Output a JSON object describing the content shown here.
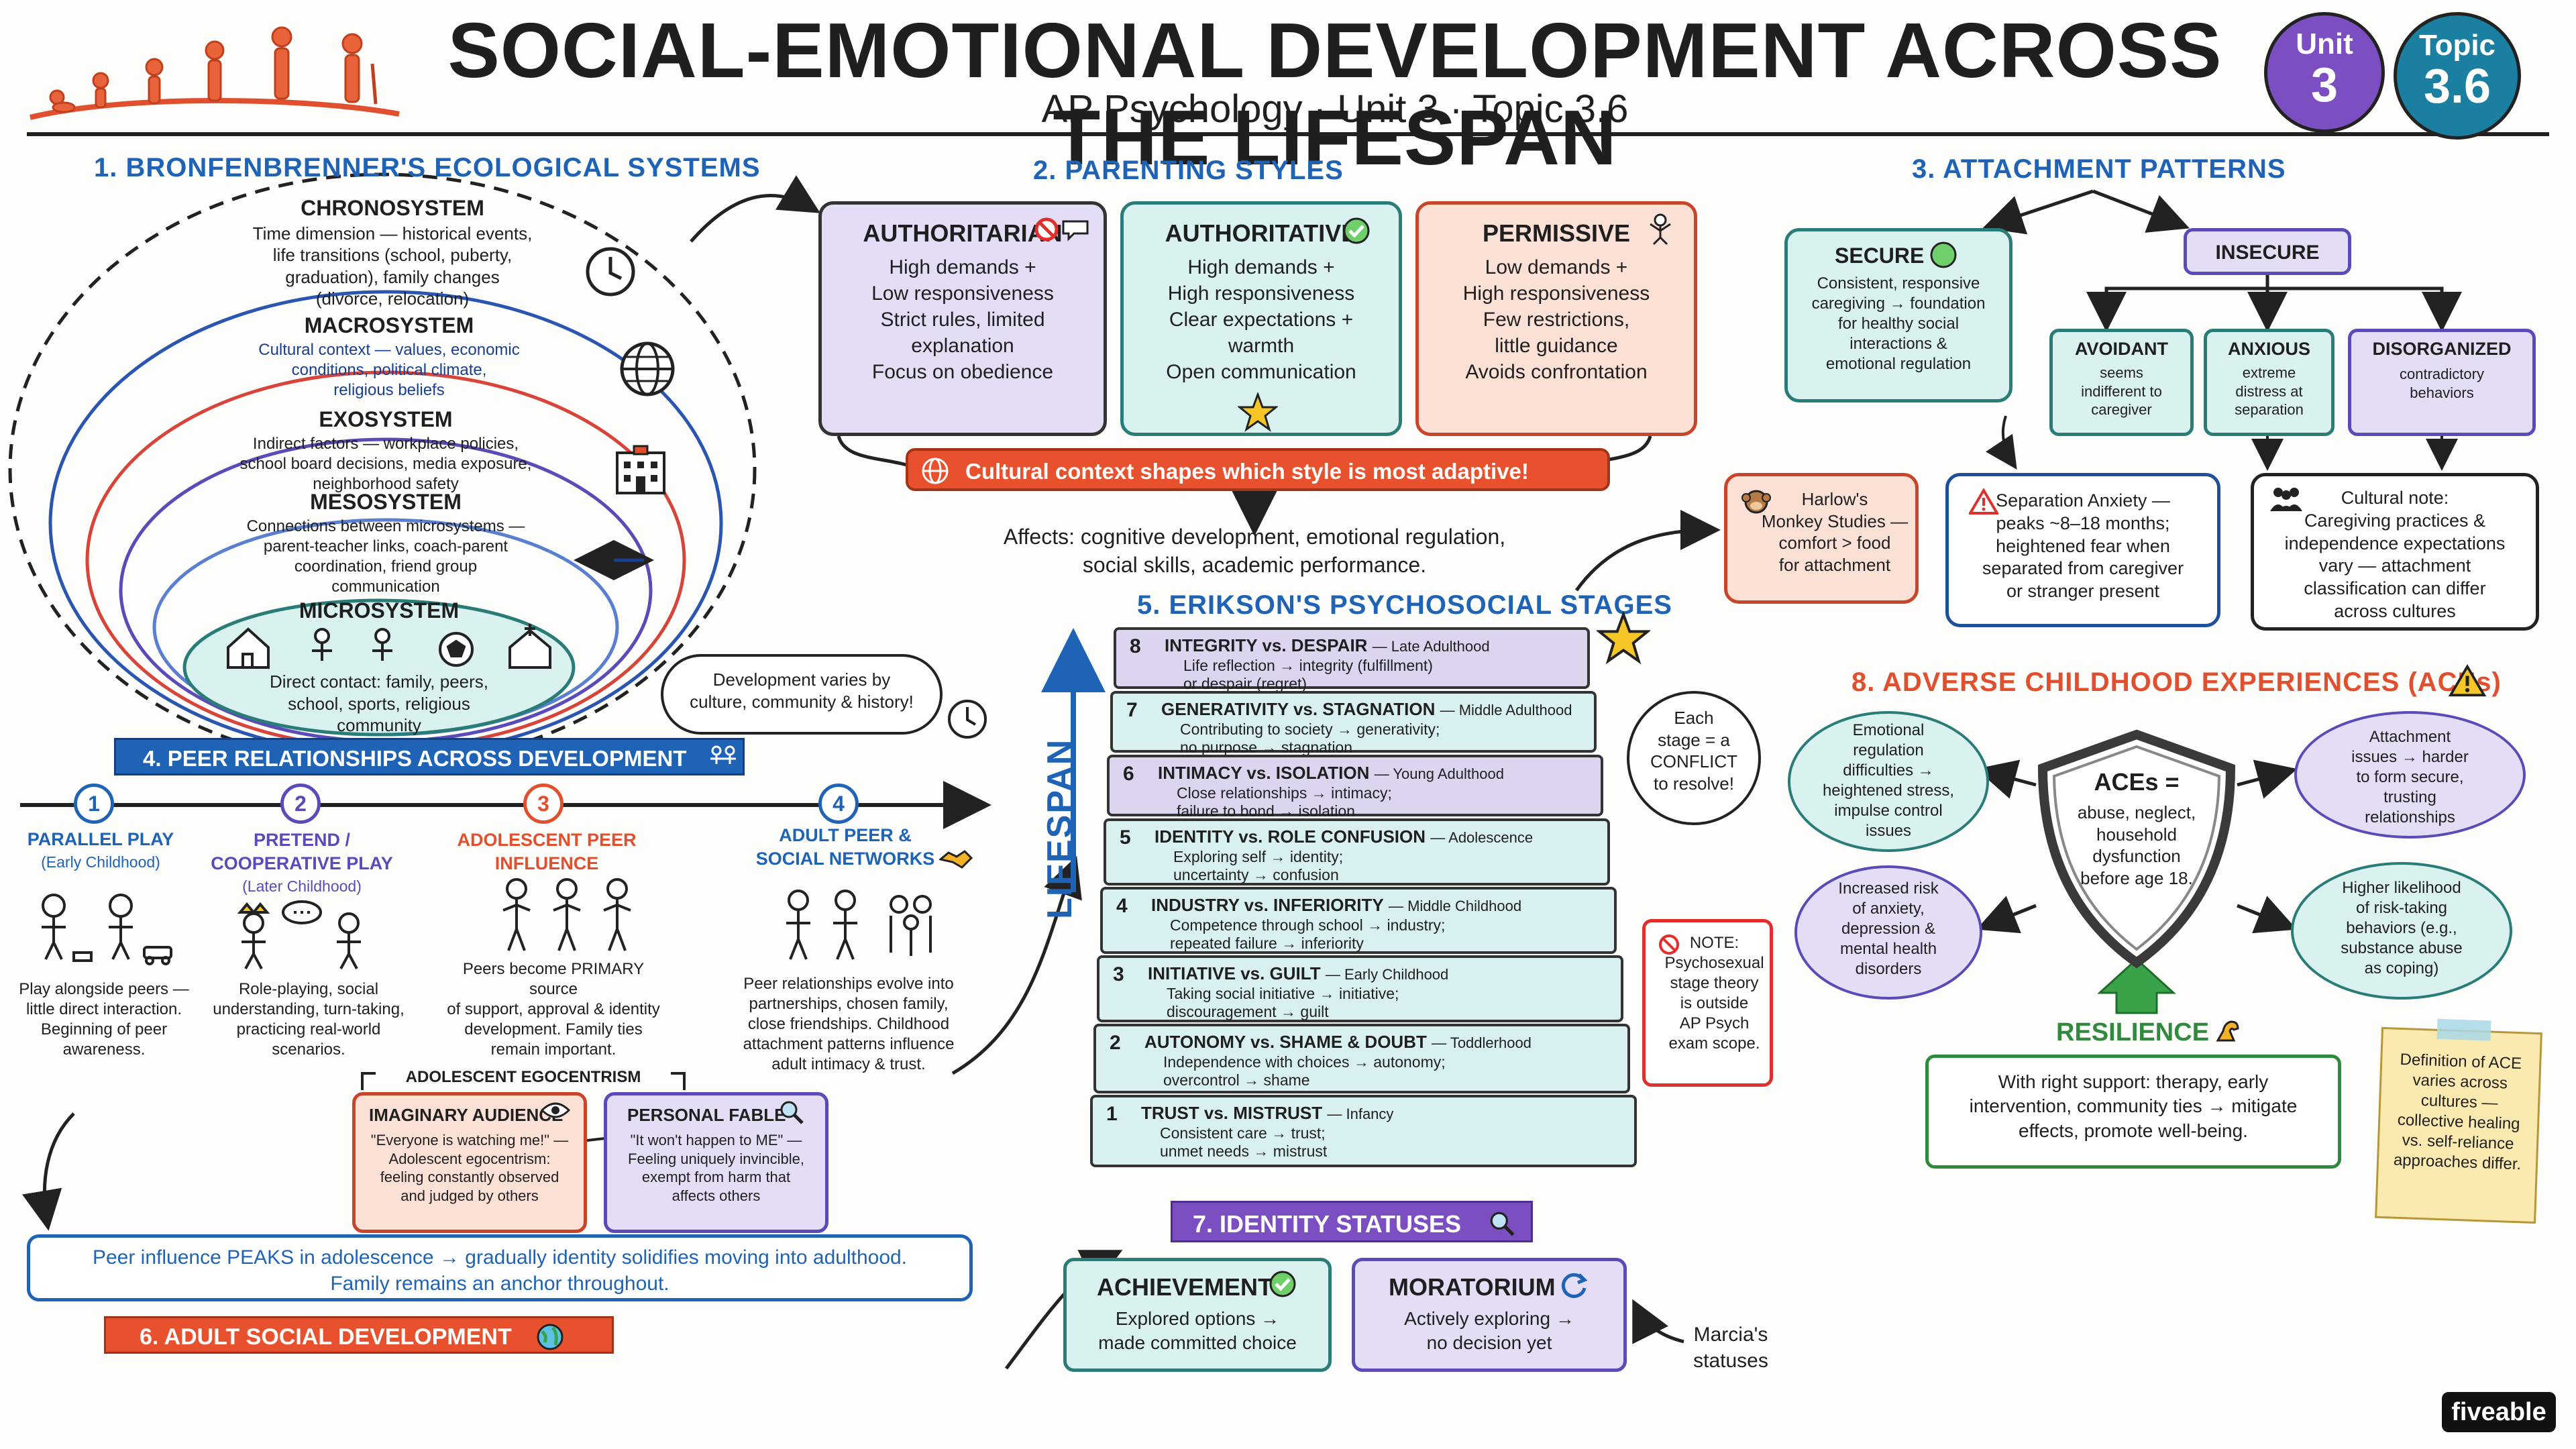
{
  "header": {
    "title": "SOCIAL-EMOTIONAL DEVELOPMENT ACROSS THE LIFESPAN",
    "subtitle": "AP Psychology · Unit 3 · Topic 3.6",
    "unit_label": "Unit",
    "unit_value": "3",
    "topic_label": "Topic",
    "topic_value": "3.6"
  },
  "ecological": {
    "title": "1. BRONFENBRENNER'S ECOLOGICAL SYSTEMS",
    "chrono": {
      "name": "CHRONOSYSTEM",
      "desc": "Time dimension — historical events,\nlife transitions (school, puberty,\ngraduation), family changes\n(divorce, relocation)"
    },
    "macro": {
      "name": "MACROSYSTEM",
      "desc": "Cultural context — values, economic\nconditions, political climate,\nreligious beliefs"
    },
    "exo": {
      "name": "EXOSYSTEM",
      "desc": "Indirect factors — workplace policies,\nschool board decisions, media exposure,\nneighborhood safety"
    },
    "meso": {
      "name": "MESOSYSTEM",
      "desc": "Connections between microsystems —\nparent-teacher links, coach-parent\ncoordination, friend group\ncommunication"
    },
    "micro": {
      "name": "MICROSYSTEM",
      "desc": "Direct contact: family, peers,\nschool, sports, religious\ncommunity"
    },
    "bubble": "Development varies by\nculture, community & history!"
  },
  "parenting": {
    "title": "2. PARENTING STYLES",
    "styles": [
      {
        "name": "AUTHORITARIAN",
        "desc": "High demands +\nLow responsiveness\nStrict rules, limited\nexplanation\nFocus on obedience"
      },
      {
        "name": "AUTHORITATIVE",
        "desc": "High demands +\nHigh responsiveness\nClear expectations +\nwarmth\nOpen communication"
      },
      {
        "name": "PERMISSIVE",
        "desc": "Low demands +\nHigh responsiveness\nFew restrictions,\nlittle guidance\nAvoids confrontation"
      }
    ],
    "banner": "Cultural context shapes which style is most adaptive!",
    "affects": "Affects: cognitive development, emotional regulation,\nsocial skills, academic performance."
  },
  "attachment": {
    "title": "3. ATTACHMENT PATTERNS",
    "secure": {
      "name": "SECURE",
      "desc": "Consistent, responsive\ncaregiving → foundation\nfor healthy social\ninteractions &\nemotional regulation"
    },
    "insecure": "INSECURE",
    "types": [
      {
        "name": "AVOIDANT",
        "desc": "seems\nindifferent to\ncaregiver"
      },
      {
        "name": "ANXIOUS",
        "desc": "extreme\ndistress at\nseparation"
      },
      {
        "name": "DISORGANIZED",
        "desc": "contradictory\nbehaviors"
      }
    ],
    "harlow": "Harlow's\nMonkey Studies —\ncomfort > food\nfor attachment",
    "separation": "Separation Anxiety —\npeaks ~8–18 months;\nheightened fear when\nseparated from caregiver\nor stranger present",
    "cultural": "Cultural note:\nCaregiving practices &\nindependence expectations\nvary — attachment\nclassification can differ\nacross cultures"
  },
  "peer": {
    "title": "4. PEER RELATIONSHIPS ACROSS DEVELOPMENT",
    "stages": [
      {
        "num": "1",
        "name": "PARALLEL PLAY",
        "age": "(Early Childhood)",
        "desc": "Play alongside peers —\nlittle direct interaction.\nBeginning of peer\nawareness."
      },
      {
        "num": "2",
        "name": "PRETEND /\nCOOPERATIVE PLAY",
        "age": "(Later Childhood)",
        "desc": "Role-playing, social\nunderstanding, turn-taking,\npracticing real-world\nscenarios."
      },
      {
        "num": "3",
        "name": "ADOLESCENT PEER\nINFLUENCE",
        "age": "",
        "desc": "Peers become PRIMARY source\nof support, approval & identity\ndevelopment. Family ties\nremain important."
      },
      {
        "num": "4",
        "name": "ADULT PEER &\nSOCIAL NETWORKS",
        "age": "",
        "desc": "Peer relationships evolve into\npartnerships, chosen family,\nclose friendships. Childhood\nattachment patterns influence\nadult intimacy & trust."
      }
    ],
    "egocentrism": "ADOLESCENT EGOCENTRISM",
    "audience": {
      "name": "IMAGINARY AUDIENCE",
      "desc": "\"Everyone is watching me!\" —\nAdolescent egocentrism:\nfeeling constantly observed\nand judged by others"
    },
    "fable": {
      "name": "PERSONAL FABLE",
      "desc": "\"It won't happen to ME\" —\nFeeling uniquely invincible,\nexempt from harm that\naffects others"
    },
    "summary": "Peer influence PEAKS in adolescence → gradually identity solidifies moving into adulthood.\nFamily remains an anchor throughout."
  },
  "erikson": {
    "title": "5. ERIKSON'S PSYCHOSOCIAL STAGES",
    "lifespan": "LIFESPAN",
    "stages": [
      {
        "num": "8",
        "name": "INTEGRITY vs. DESPAIR",
        "age": "— Late Adulthood",
        "desc": "Life reflection → integrity (fulfillment)\nor despair (regret)"
      },
      {
        "num": "7",
        "name": "GENERATIVITY vs. STAGNATION",
        "age": "— Middle Adulthood",
        "desc": "Contributing to society → generativity;\nno purpose → stagnation"
      },
      {
        "num": "6",
        "name": "INTIMACY vs. ISOLATION",
        "age": "— Young Adulthood",
        "desc": "Close relationships → intimacy;\nfailure to bond → isolation"
      },
      {
        "num": "5",
        "name": "IDENTITY vs. ROLE CONFUSION",
        "age": "— Adolescence",
        "desc": "Exploring self → identity;\nuncertainty → confusion"
      },
      {
        "num": "4",
        "name": "INDUSTRY vs. INFERIORITY",
        "age": "— Middle Childhood",
        "desc": "Competence through school → industry;\nrepeated failure → inferiority"
      },
      {
        "num": "3",
        "name": "INITIATIVE vs. GUILT",
        "age": "— Early Childhood",
        "desc": "Taking social initiative → initiative;\ndiscouragement → guilt"
      },
      {
        "num": "2",
        "name": "AUTONOMY vs. SHAME & DOUBT",
        "age": "— Toddlerhood",
        "desc": "Independence with choices → autonomy;\novercontrol → shame"
      },
      {
        "num": "1",
        "name": "TRUST vs. MISTRUST",
        "age": "— Infancy",
        "desc": "Consistent care → trust;\nunmet needs → mistrust"
      }
    ],
    "conflict": "Each\nstage = a\nCONFLICT\nto resolve!",
    "note": "NOTE:\nPsychosexual\nstage theory\nis outside\nAP Psych\nexam scope."
  },
  "adult": {
    "title": "6. ADULT SOCIAL DEVELOPMENT"
  },
  "identity": {
    "title": "7. IDENTITY STATUSES",
    "achievement": {
      "name": "ACHIEVEMENT",
      "desc": "Explored options →\nmade committed choice"
    },
    "moratorium": {
      "name": "MORATORIUM",
      "desc": "Actively exploring →\nno decision yet"
    },
    "marcia": "Marcia's\nstatuses"
  },
  "aces": {
    "title": "8. ADVERSE CHILDHOOD EXPERIENCES (ACEs)",
    "shield_title": "ACEs =",
    "shield_desc": "abuse, neglect,\nhousehold\ndysfunction\nbefore age 18.",
    "effects": [
      "Emotional\nregulation\ndifficulties →\nheightened stress,\nimpulse control\nissues",
      "Attachment\nissues → harder\nto form secure,\ntrusting\nrelationships",
      "Increased risk\nof anxiety,\ndepression &\nmental health\ndisorders",
      "Higher likelihood\nof risk-taking\nbehaviors (e.g.,\nsubstance abuse\nas coping)"
    ],
    "resilience": "RESILIENCE",
    "resilience_desc": "With right support: therapy, early\nintervention, community ties → mitigate\neffects, promote well-being.",
    "definition": "Definition of ACE\nvaries across\ncultures —\ncollective healing\nvs. self-reliance\napproaches differ."
  },
  "brand": "fiveable",
  "colors": {
    "blue": "#1e63b5",
    "red": "#e0502e",
    "green": "#2f8a3e",
    "purple": "#7b4fc2",
    "teal": "#1a7fa0"
  }
}
